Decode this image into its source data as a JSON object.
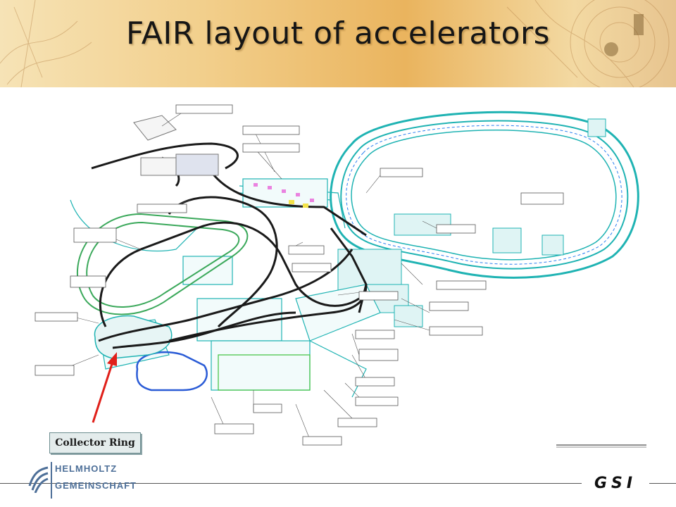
{
  "slide": {
    "title": "FAIR layout of accelerators",
    "callout_label": "Collector Ring"
  },
  "logos": {
    "helmholtz_top": "HELMHOLTZ",
    "helmholtz_bottom": "GEMEINSCHAFT",
    "gsi": "GSI"
  },
  "colors": {
    "header_accent": "#eab45e",
    "ring_cyan": "#1fb3b3",
    "beamline_black": "#1a1a1a",
    "arrow_red": "#e0201a",
    "helmholtz_blue": "#4d6f98"
  }
}
